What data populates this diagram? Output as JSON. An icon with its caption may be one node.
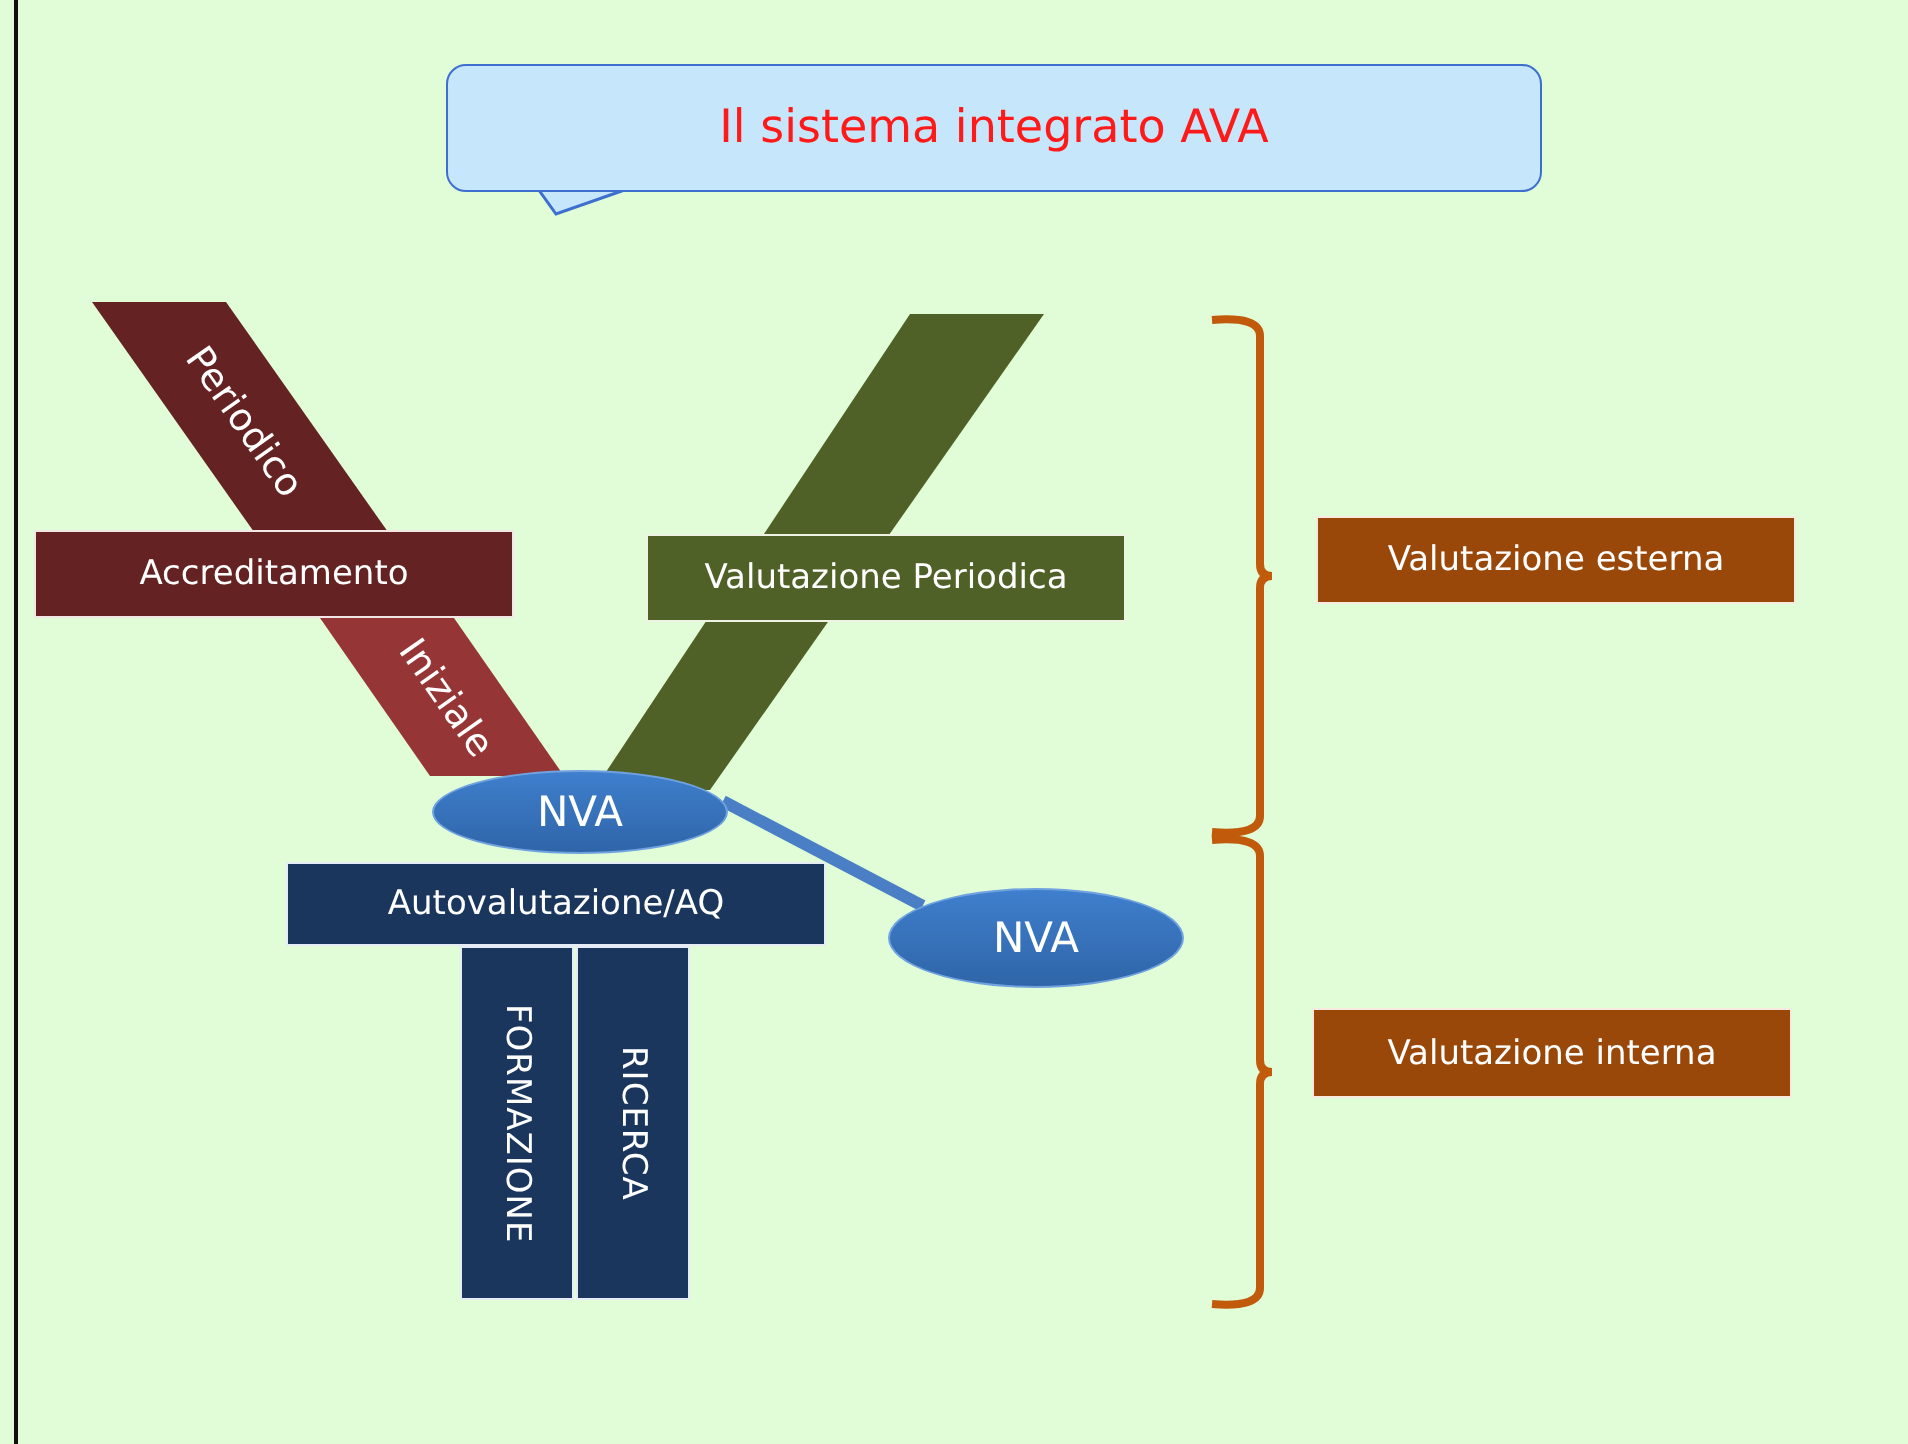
{
  "diagram": {
    "title": "Il sistema integrato AVA",
    "nodes": [
      {
        "text": [
          "Periodico"
        ]
      },
      {
        "text": [
          "Accreditamento"
        ]
      },
      {
        "text": [
          "Iniziale"
        ]
      },
      {
        "text": [],
        "shape": "bar"
      },
      {
        "text": [
          "Valutazione Periodica"
        ]
      },
      {
        "text": [
          "NVA"
        ]
      },
      {
        "text": [
          "Autovalutazione/AQ"
        ]
      },
      {
        "text": [
          "FORMAZIONE"
        ]
      },
      {
        "text": [
          "RICERCA"
        ]
      },
      {
        "text": [
          "NVA"
        ]
      },
      {
        "text": [
          "Valutazione esterna"
        ]
      },
      {
        "text": [
          "Valutazione interna"
        ]
      }
    ],
    "edges": [
      {
        "from": 5,
        "to": 9,
        "arrow": "none"
      }
    ]
  }
}
